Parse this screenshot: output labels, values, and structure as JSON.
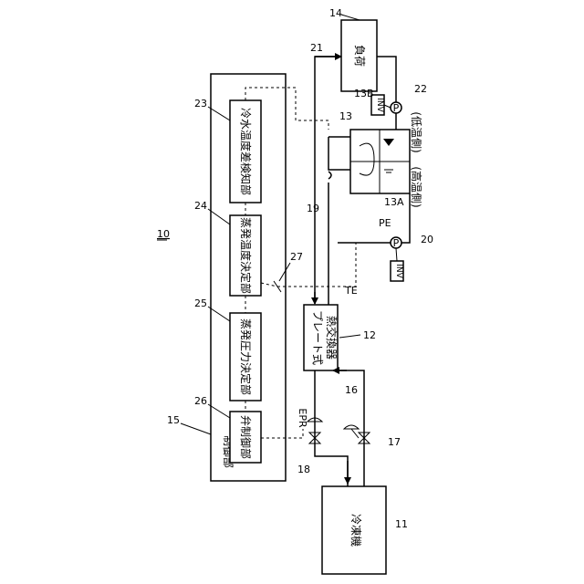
{
  "figure_number": "10",
  "blocks": {
    "controller": "制御部",
    "temp_diff_detector": "冷水温度差検知部",
    "evap_temp_decider": "蒸発温度決定部",
    "evap_pressure_decider": "蒸発圧力決定部",
    "valve_controller": "弁制御部",
    "plate_heat_exchanger": "プレート式\n熱交換器",
    "load": "負荷",
    "chiller": "冷凍機"
  },
  "tank_sides": {
    "high_temp": "(高温側)",
    "low_temp": "(低温側)"
  },
  "inverter_label": "INV",
  "pump_symbol": "P",
  "sensor_labels": {
    "pressure": "PE",
    "temperature": "TE",
    "valve": "EPR"
  },
  "reference_numerals": {
    "n10": "10",
    "n11": "11",
    "n12": "12",
    "n13": "13",
    "n13A": "13A",
    "n13B": "13B",
    "n14": "14",
    "n15": "15",
    "n16": "16",
    "n17": "17",
    "n18": "18",
    "n19": "19",
    "n20": "20",
    "n21": "21",
    "n22": "22",
    "n23": "23",
    "n24": "24",
    "n25": "25",
    "n26": "26",
    "n27": "27"
  }
}
